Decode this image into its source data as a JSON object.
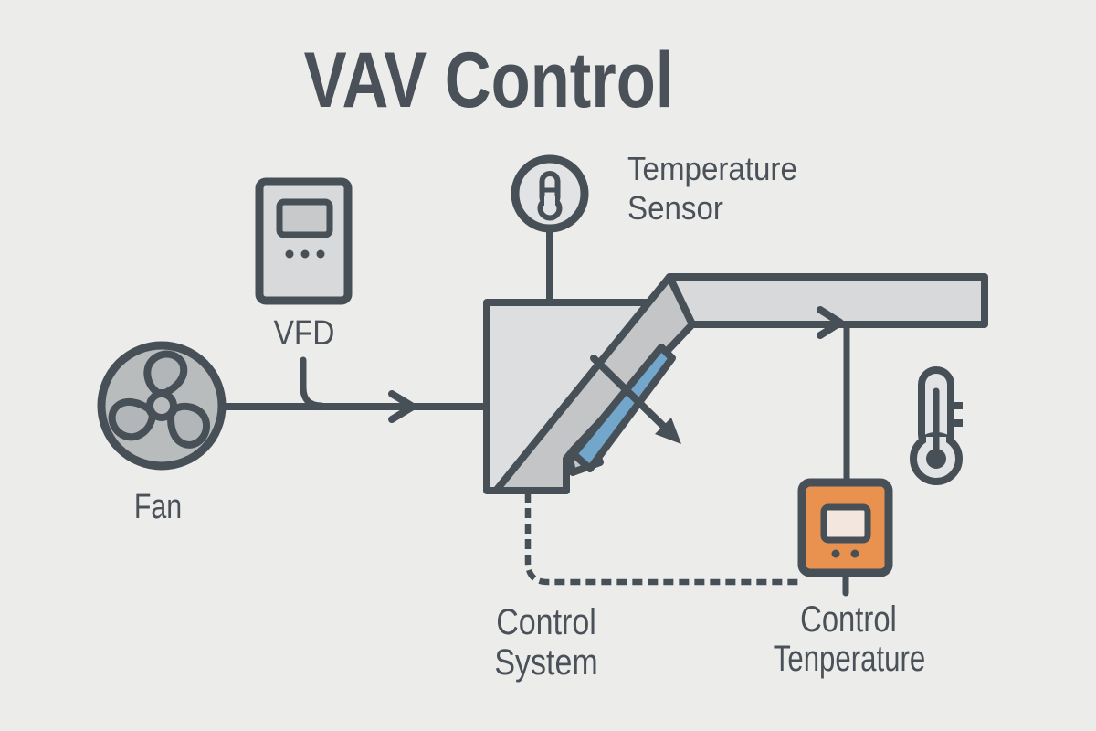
{
  "title": "VAV Control",
  "labels": {
    "vfd": "VFD",
    "fan": "Fan",
    "temperature_sensor": [
      "Temperature",
      "Sensor"
    ],
    "control_system": [
      "Control",
      "System"
    ],
    "control_temperature": [
      "Control",
      "Tenperature"
    ]
  },
  "colors": {
    "background": "#ececeb",
    "stroke_dark": "#474f57",
    "text": "#4a5158",
    "box_fill": "#dcdee0",
    "duct_fill": "#d7d9da",
    "band_fill": "#c3c5c7",
    "fan_fill": "#b9bcbd",
    "blade_fill": "#b3b6b8",
    "icon_fill": "#e2e3e4",
    "damper_blue": "#72a6ca",
    "controller_orange": "#e9924f",
    "display_gray": "#c7c9ca",
    "display_pink": "#f3e6df"
  },
  "icons": {
    "fan": "fan-icon",
    "vfd_drive": "vfd-drive-icon",
    "temperature_sensor": "thermometer-circle-icon",
    "duct_thermometer": "thermometer-icon",
    "controller": "thermostat-controller-icon",
    "damper": "damper-blade",
    "flow_arrow": "arrow-right-icon",
    "damper_arrow": "arrow-diagonal-icon"
  }
}
